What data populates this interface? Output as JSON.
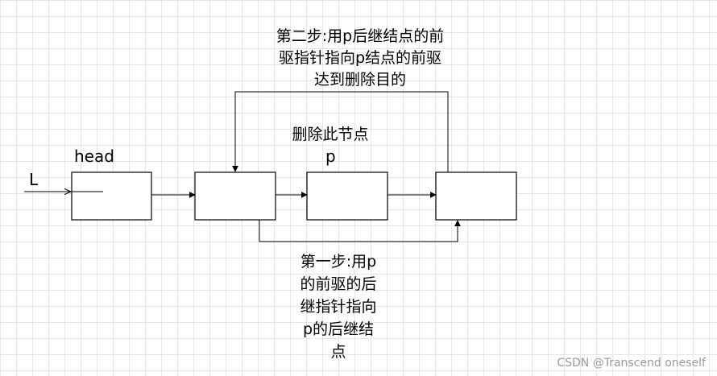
{
  "labels": {
    "head": "head",
    "list_var": "L",
    "node_p": "p",
    "delete_node": "删除此节点"
  },
  "step_two": {
    "lines": [
      "第二步:用p后继结点的前",
      "驱指针指向p结点的前驱",
      "达到删除目的"
    ]
  },
  "step_one": {
    "lines": [
      "第一步:用p",
      "的前驱的后",
      "继指针指向",
      "p的后继结",
      "点"
    ]
  },
  "watermark": "CSDN @Transcend oneself",
  "colors": {
    "stroke": "#000000",
    "grid": "#e6e6e6",
    "watermark": "#9a9a9a"
  }
}
